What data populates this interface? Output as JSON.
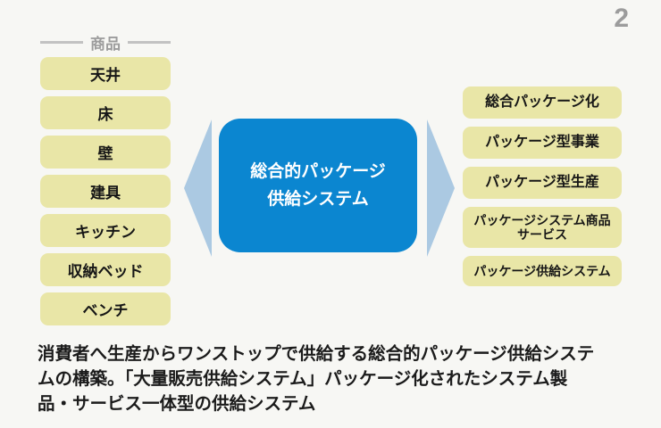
{
  "page": {
    "number": "2"
  },
  "products_group": {
    "header": "商品",
    "items": [
      "天井",
      "床",
      "壁",
      "建具",
      "キッチン",
      "収納ベッド",
      "ベンチ"
    ]
  },
  "center": {
    "label_line1": "総合的パッケージ",
    "label_line2": "供給システム"
  },
  "right_list": {
    "items": [
      {
        "label": "総合パッケージ化"
      },
      {
        "label": "パッケージ型事業"
      },
      {
        "label": "パッケージ型生産"
      },
      {
        "label": "パッケージシステム商品",
        "label2": "サービス"
      },
      {
        "label": "パッケージ供給システム"
      }
    ]
  },
  "description": {
    "lines": [
      "消費者へ生産からワンストップで供給する総合的パッケージ供給システ",
      "ムの構築。「大量販売供給システム」パッケージ化されたシステム製",
      "品・サービス一体型の供給システム"
    ]
  },
  "colors": {
    "background": "#f7f7f4",
    "accent_blue": "#0b86d0",
    "box_yellow": "#e9e6a7",
    "arrow_blue": "#abc9e2",
    "muted_gray": "#9c9c9c"
  }
}
